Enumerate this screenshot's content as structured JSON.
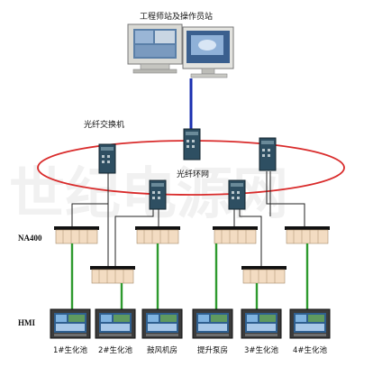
{
  "workstation": {
    "label": "工程师站及操作员站"
  },
  "network": {
    "switch_label": "光纤交换机",
    "ring_label": "光纤环网"
  },
  "layers": {
    "na400": "NA400",
    "hmi": "HMI"
  },
  "hmi_stations": [
    {
      "label": "1#生化池"
    },
    {
      "label": "2#生化池"
    },
    {
      "label": "鼓风机房"
    },
    {
      "label": "提升泵房"
    },
    {
      "label": "3#生化池"
    },
    {
      "label": "4#生化池"
    }
  ],
  "watermark": {
    "text": "世纪电源网"
  },
  "colors": {
    "ring": "#d92b2b",
    "uplink": "#1a2fb0",
    "fieldbus": "#2e9a2e",
    "copper": "#222222"
  }
}
